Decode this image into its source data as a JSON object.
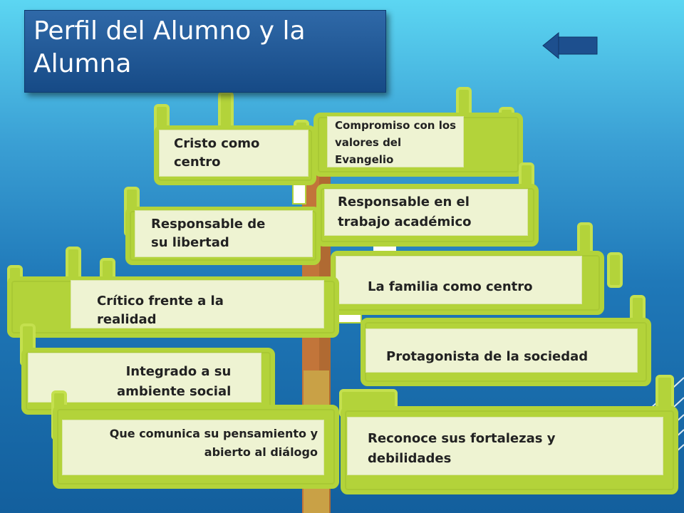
{
  "slide": {
    "title": "Perfil del Alumno y la Alumna",
    "back_icon": "back-arrow-icon"
  },
  "tree": {
    "colors": {
      "leaf_frame": "#b3d33a",
      "card": "#eef3d2",
      "trunk": "#c2753a"
    },
    "labels": {
      "cristo": "Cristo como\ncentro",
      "compromiso": "Compromiso con los\nvalores del\nEvangelio",
      "libertad": "Responsable de\nsu libertad",
      "academico": "Responsable en el\ntrabajo académico",
      "familia": "La familia como centro",
      "critico": "Crítico frente a la\nrealidad",
      "protagonista": "Protagonista de la sociedad",
      "integrado": "Integrado a su\nambiente social",
      "comunica": "Que comunica su pensamiento y\nabierto al diálogo",
      "reconoce": "Reconoce sus fortalezas y\ndebilidades"
    }
  }
}
